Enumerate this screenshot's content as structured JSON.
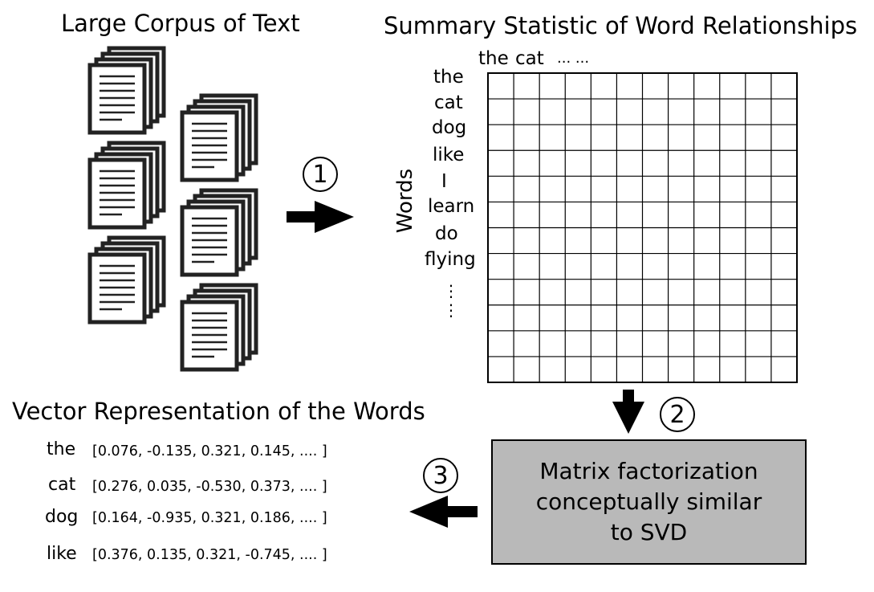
{
  "titles": {
    "corpus": "Large Corpus of Text",
    "summary": "Summary Statistic of Word Relationships",
    "vectors": "Vector Representation of the Words"
  },
  "matrix": {
    "axis_label": "Words",
    "column_headers": [
      "the",
      "cat",
      "... ..."
    ],
    "row_labels": [
      "the",
      "cat",
      "dog",
      "like",
      "I",
      "learn",
      "do",
      "flying"
    ],
    "row_ellipsis": "⋮\n⋮"
  },
  "steps": [
    "1",
    "2",
    "3"
  ],
  "factorization_box": {
    "lines": [
      "Matrix factorization",
      "conceptually similar",
      "to SVD"
    ]
  },
  "vectors": [
    {
      "word": "the",
      "values": "[0.076, -0.135, 0.321, 0.145, .... ]"
    },
    {
      "word": "cat",
      "values": "[0.276, 0.035, -0.530, 0.373, .... ]"
    },
    {
      "word": "dog",
      "values": "[0.164, -0.935, 0.321, 0.186, .... ]"
    },
    {
      "word": "like",
      "values": "[0.376, 0.135, 0.321, -0.745, .... ]"
    }
  ],
  "icons": [
    "document-stack-icon",
    "right-arrow-icon",
    "down-arrow-icon",
    "left-arrow-icon"
  ]
}
